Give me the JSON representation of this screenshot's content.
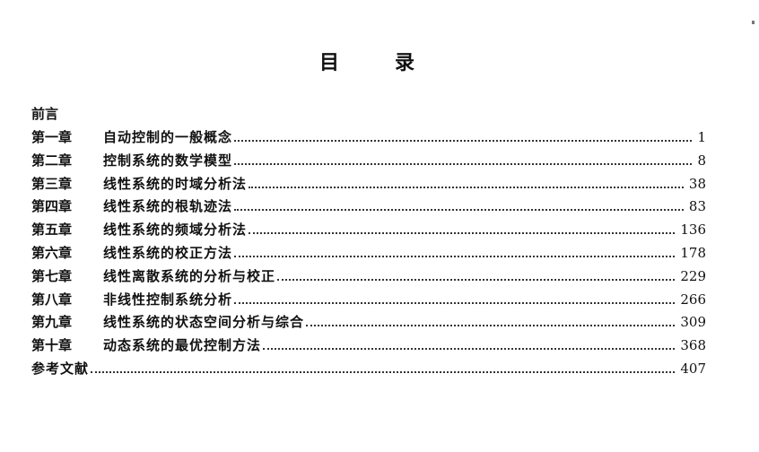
{
  "title": {
    "char1": "目",
    "char2": "录"
  },
  "preface": "前言",
  "entries": [
    {
      "chapter": "第一章",
      "name": "自动控制的一般概念",
      "page": "1"
    },
    {
      "chapter": "第二章",
      "name": "控制系统的数学模型",
      "page": "8"
    },
    {
      "chapter": "第三章",
      "name": "线性系统的时域分析法",
      "page": "38"
    },
    {
      "chapter": "第四章",
      "name": "线性系统的根轨迹法",
      "page": "83"
    },
    {
      "chapter": "第五章",
      "name": "线性系统的频域分析法",
      "page": "136"
    },
    {
      "chapter": "第六章",
      "name": "线性系统的校正方法",
      "page": "178"
    },
    {
      "chapter": "第七章",
      "name": "线性离散系统的分析与校正",
      "page": "229"
    },
    {
      "chapter": "第八章",
      "name": "非线性控制系统分析",
      "page": "266"
    },
    {
      "chapter": "第九章",
      "name": "线性系统的状态空间分析与综合",
      "page": "309"
    },
    {
      "chapter": "第十章",
      "name": "动态系统的最优控制方法",
      "page": "368"
    }
  ],
  "references": {
    "name": "参考文献",
    "page": "407"
  }
}
